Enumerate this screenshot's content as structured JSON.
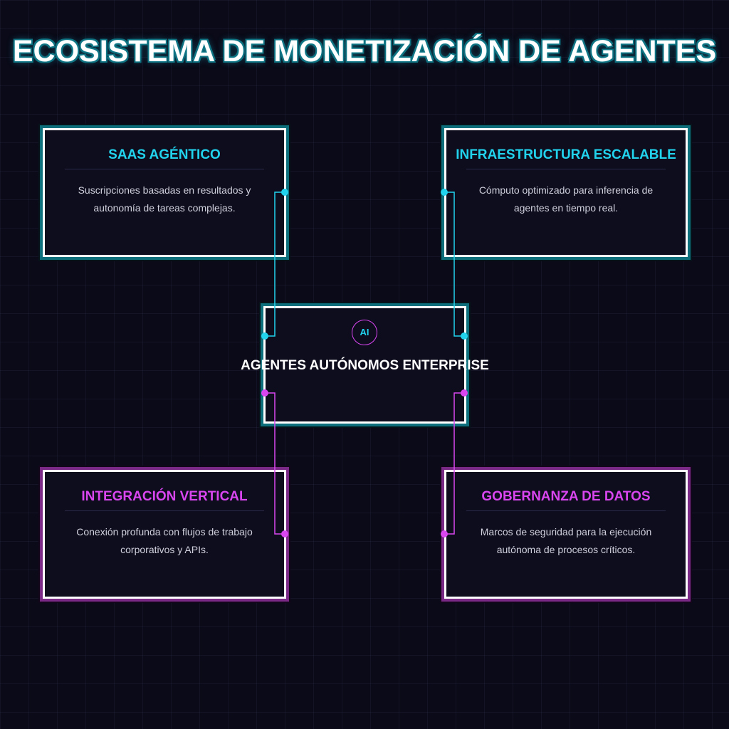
{
  "title": "ECOSISTEMA DE MONETIZACIÓN DE AGENTES",
  "colors": {
    "background": "#0a0a18",
    "cyan": "#22d3ee",
    "magenta": "#d946ef",
    "white": "#ffffff"
  },
  "center": {
    "badge": "AI",
    "title": "AGENTES AUTÓNOMOS ENTERPRISE"
  },
  "cards": {
    "top_left": {
      "title": "SAAS AGÉNTICO",
      "description": "Suscripciones basadas en resultados y autonomía de tareas complejas."
    },
    "top_right": {
      "title": "INFRAESTRUCTURA ESCALABLE",
      "description": "Cómputo optimizado para inferencia de agentes en tiempo real."
    },
    "bottom_left": {
      "title": "INTEGRACIÓN VERTICAL",
      "description": "Conexión profunda con flujos de trabajo corporativos y APIs."
    },
    "bottom_right": {
      "title": "GOBERNANZA DE DATOS",
      "description": "Marcos de seguridad para la ejecución autónoma de procesos críticos."
    }
  }
}
